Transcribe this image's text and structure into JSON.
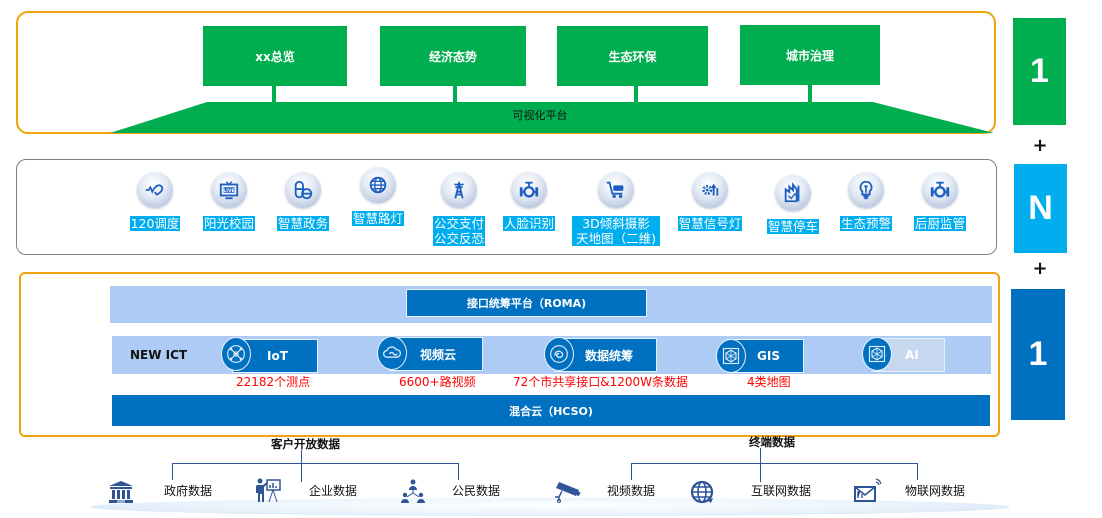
{
  "top_layer": {
    "apps": [
      {
        "label": "xx总览"
      },
      {
        "label": "经济态势"
      },
      {
        "label": "生态环保"
      },
      {
        "label": "城市治理"
      }
    ],
    "platform_label": "可视化平台"
  },
  "scenarios": {
    "items": [
      {
        "label": "120调度",
        "icon": "heartbeat-icon"
      },
      {
        "label": "阳光校园",
        "icon": "live-tv-icon"
      },
      {
        "label": "智慧政务",
        "icon": "pill-icon"
      },
      {
        "label": "智慧路灯",
        "icon": "globe-icon"
      },
      {
        "label": "公交支付\n公交反恐",
        "line1": "公交支付",
        "line2": "公交反恐",
        "icon": "pylon-icon"
      },
      {
        "label": "人脸识别",
        "icon": "valve-icon"
      },
      {
        "label": "3D倾斜摄影\n天地图（二维)",
        "line1": "3D倾斜摄影",
        "line2": "天地图（二维)",
        "icon": "cart-icon"
      },
      {
        "label": "智慧信号灯",
        "icon": "gears-icon"
      },
      {
        "label": "智慧停车",
        "icon": "factory-icon"
      },
      {
        "label": "生态预警",
        "icon": "bulb-icon"
      },
      {
        "label": "后厨监管",
        "icon": "valve-icon"
      }
    ]
  },
  "base_layer": {
    "roma_label": "接口统筹平台（ROMA)",
    "ict_label": "NEW ICT",
    "capabilities": [
      {
        "label": "IoT",
        "icon": "iot-network-icon",
        "metric": "22182个测点",
        "enabled": true
      },
      {
        "label": "视频云",
        "icon": "video-cloud-icon",
        "metric": "6600+路视频",
        "enabled": true
      },
      {
        "label": "数据统筹",
        "icon": "data-hub-icon",
        "metric": "72个市共享接口&1200W条数据",
        "enabled": true
      },
      {
        "label": "GIS",
        "icon": "hexagon-network-icon",
        "metric": "4类地图",
        "enabled": true
      },
      {
        "label": "AI",
        "icon": "hexagon-network-icon",
        "metric": "",
        "enabled": false
      }
    ],
    "cloud_label": "混合云（HCSO)"
  },
  "legend": {
    "top": {
      "label": "1",
      "color": "#00ad4f"
    },
    "plus1": "+",
    "middle": {
      "label": "N",
      "color": "#00aeef"
    },
    "plus2": "+",
    "bottom": {
      "label": "1",
      "color": "#0070c0"
    }
  },
  "data_sources": {
    "customer": {
      "title": "客户开放数据",
      "items": [
        {
          "label": "政府数据",
          "icon": "government-building-icon"
        },
        {
          "label": "企业数据",
          "icon": "presenter-chart-icon"
        },
        {
          "label": "公民数据",
          "icon": "people-network-icon"
        }
      ]
    },
    "terminal": {
      "title": "终端数据",
      "items": [
        {
          "label": "视频数据",
          "icon": "cctv-camera-icon"
        },
        {
          "label": "互联网数据",
          "icon": "globe-refresh-icon"
        },
        {
          "label": "物联网数据",
          "icon": "iot-signal-icon"
        }
      ]
    }
  },
  "colors": {
    "accent_orange": "#f0a30a",
    "green": "#00ad4f",
    "cyan": "#00aeef",
    "blue": "#0070c0",
    "light_blue": "#adcbf5",
    "metric_red": "#ff0000"
  }
}
